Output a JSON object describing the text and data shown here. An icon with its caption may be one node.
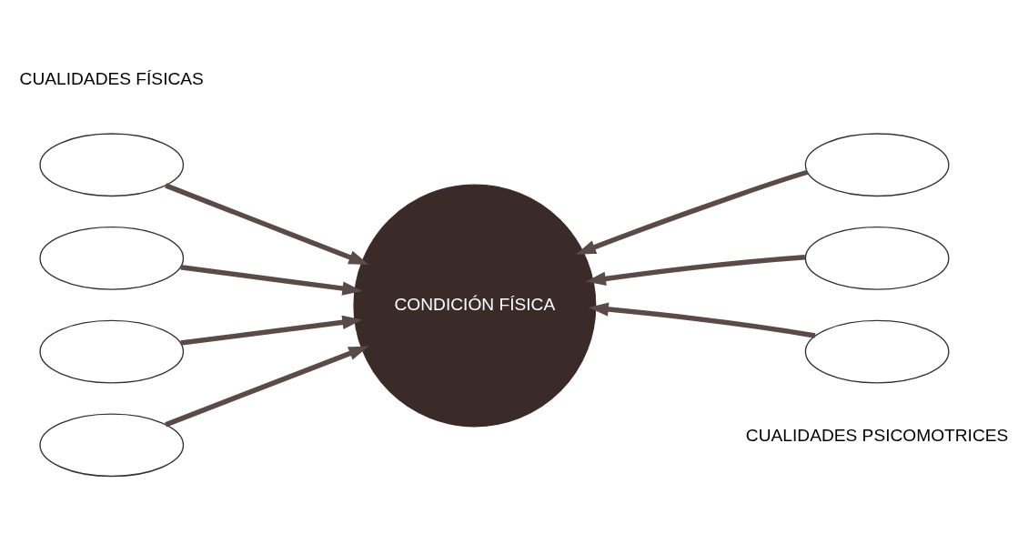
{
  "diagram": {
    "nodes": [
      {
        "text": [],
        "shape": "ellipse"
      },
      {
        "text": [],
        "shape": "ellipse"
      },
      {
        "text": [],
        "shape": "ellipse"
      },
      {
        "text": [],
        "shape": "ellipse"
      },
      {
        "text": [
          "CONDICIÓN FÍSICA"
        ]
      },
      {
        "text": [],
        "shape": "ellipse"
      },
      {
        "text": [],
        "shape": "ellipse"
      },
      {
        "text": [],
        "shape": "ellipse"
      }
    ],
    "edges": [
      {
        "from": 0,
        "to": 4,
        "arrow": "to"
      },
      {
        "from": 1,
        "to": 4,
        "arrow": "to"
      },
      {
        "from": 2,
        "to": 4,
        "arrow": "to"
      },
      {
        "from": 3,
        "to": 4,
        "arrow": "to"
      },
      {
        "from": 5,
        "to": 4,
        "arrow": "to"
      },
      {
        "from": 6,
        "to": 4,
        "arrow": "to"
      },
      {
        "from": 7,
        "to": 4,
        "arrow": "to"
      }
    ],
    "labels": [
      "CUALIDADES FÍSICAS",
      "CUALIDADES PSICOMOTRICES"
    ]
  }
}
